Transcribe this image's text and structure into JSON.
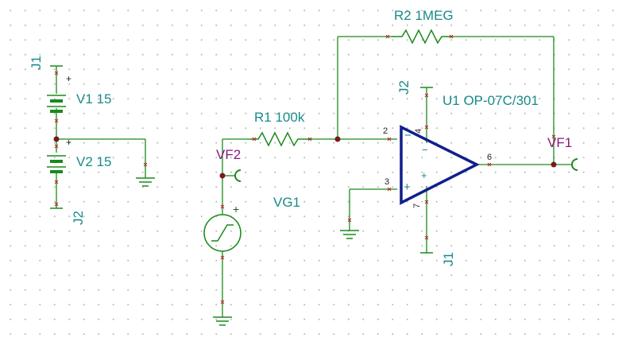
{
  "schematic": {
    "V1": {
      "name": "V1 15",
      "plus": "+"
    },
    "V2": {
      "name": "V2 15",
      "plus": "+"
    },
    "J1_top": "J1",
    "J2_bottom": "J2",
    "R1": "R1 100k",
    "R2": "R2 1MEG",
    "U1": "U1 OP-07C/301",
    "VG1": "VG1",
    "VG1_plus": "+",
    "VF1": "VF1",
    "VF2": "VF2",
    "opamp": {
      "pin2": "2",
      "pin3": "3",
      "pin4": "4",
      "pin6": "6",
      "pin7": "7",
      "inv": "−",
      "noninv": "+",
      "supply_top": "J2",
      "supply_bottom": "J1",
      "supply_plus": "+",
      "supply_minus": "−"
    }
  }
}
